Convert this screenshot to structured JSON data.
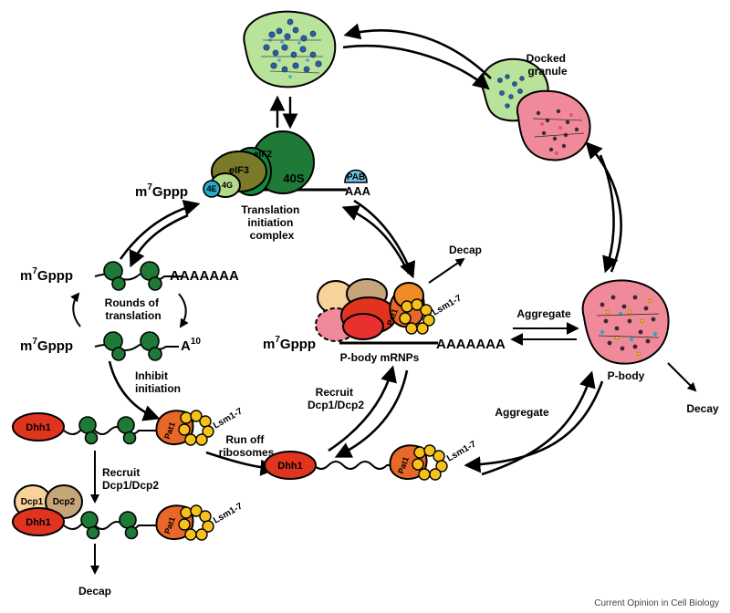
{
  "colors": {
    "ribosome_green": "#1e7a36",
    "ribosome_dark": "#0f5a22",
    "eif3_olive": "#7a7a2a",
    "eif4g_light": "#b5d98a",
    "eif4e_cyan": "#29a9c9",
    "pab_blue": "#6cc3e8",
    "dhh1_red": "#e0341e",
    "pat1_orange": "#e8682a",
    "lsm_yellow": "#f6c21a",
    "dcp1_peach": "#f7d29a",
    "dcp2_tan": "#c7a57a",
    "granule_green": "#b9e39a",
    "pbody_pink": "#f08a9a"
  },
  "labels": {
    "docked_granule": [
      "Docked",
      "granule"
    ],
    "cap_top": "m",
    "cap_sup": "7",
    "cap_tail": "Gppp",
    "eif4e": "4E",
    "eif4g": "4G",
    "eif3": "eIF3",
    "eif2": "eIF2",
    "s40": "40S",
    "pab": "PAB",
    "aaa": "AAA",
    "translation_initiation_complex": [
      "Translation",
      "initiation",
      "complex"
    ],
    "polyA_long": "AAAAAAA",
    "rounds_of_translation": [
      "Rounds   of",
      "translation"
    ],
    "a10": "A",
    "a10_sup": "10",
    "inhibit_initiation": [
      "Inhibit",
      "initiation"
    ],
    "dhh1": "Dhh1",
    "pat1": "Pat1",
    "lsm17": "Lsm1-7",
    "run_off_ribosomes": [
      "Run    off",
      "ribosomes"
    ],
    "recruit_dcp_left": [
      "Recruit",
      "Dcp1/Dcp2"
    ],
    "dcp1": "Dcp1",
    "dcp2": "Dcp2",
    "decap_bottom": "Decap",
    "decap_top": "Decap",
    "pbody_mrnps": "P-body  mRNPs",
    "recruit_dcp_mid": [
      "Recruit",
      "Dcp1/Dcp2"
    ],
    "aggregate_top": "Aggregate",
    "aggregate_bottom": "Aggregate",
    "pbody": "P-body",
    "decay": "Decay",
    "credit": "Current Opinion in Cell Biology"
  }
}
